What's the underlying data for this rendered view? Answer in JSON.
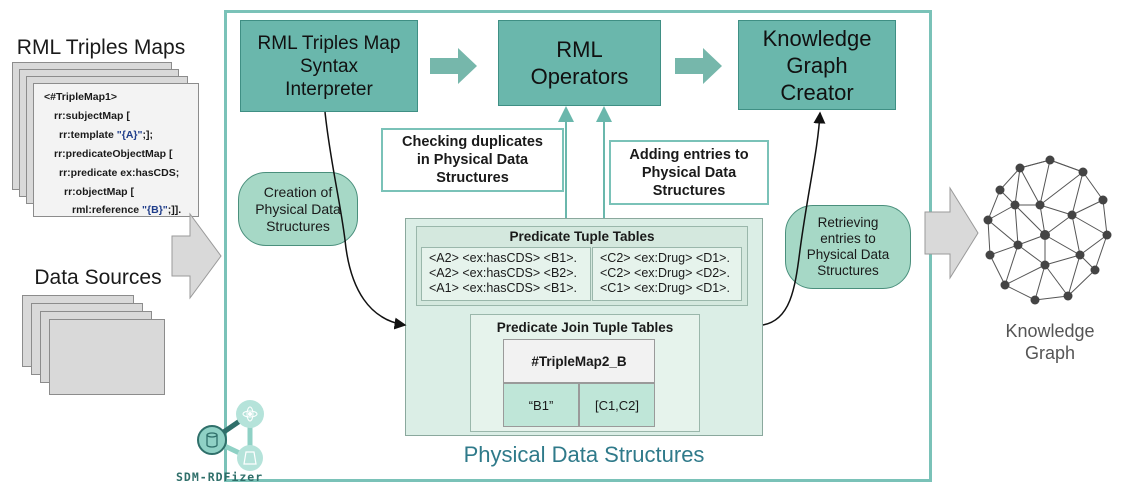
{
  "left": {
    "rml_title": "RML Triples Maps",
    "code": [
      "<#TripleMap1>",
      "rr:subjectMap [",
      "rr:template ",
      "\"{A}\"",
      ";];",
      "rr:predicateObjectMap [",
      "rr:predicate ex:hasCDS;",
      "rr:objectMap [",
      "rml:reference ",
      "\"{B}\"",
      ";]]."
    ],
    "data_sources_title": "Data Sources"
  },
  "boxes": {
    "interpreter": [
      "RML Triples Map",
      "Syntax",
      "Interpreter"
    ],
    "operators": [
      "RML",
      "Operators"
    ],
    "creator": [
      "Knowledge",
      "Graph",
      "Creator"
    ]
  },
  "notes": {
    "duplicates": [
      "Checking  duplicates",
      "in Physical Data",
      "Structures"
    ],
    "adding": [
      "Adding entries to",
      "Physical Data",
      "Structures"
    ]
  },
  "ovals": {
    "creation": [
      "Creation of",
      "Physical Data",
      "Structures"
    ],
    "retrieving": [
      "Retrieving",
      "entries to",
      "Physical Data",
      "Structures"
    ]
  },
  "pds": {
    "tuple_title": "Predicate Tuple Tables",
    "left_rows": [
      "<A2> <ex:hasCDS> <B1>.",
      "<A2> <ex:hasCDS> <B2>.",
      "<A1> <ex:hasCDS> <B1>."
    ],
    "right_rows": [
      "<C2> <ex:Drug> <D1>.",
      "<C2> <ex:Drug> <D2>.",
      "<C1> <ex:Drug> <D1>."
    ],
    "join_title": "Predicate Join Tuple Tables",
    "join_header": "#TripleMap2_B",
    "join_key": "“B1”",
    "join_value": "[C1,C2]",
    "caption": "Physical Data Structures"
  },
  "logo_text": "SDM-RDFizer",
  "kg_caption": [
    "Knowledge",
    "Graph"
  ],
  "colors": {
    "teal_box": "#6ab7ac",
    "frame": "#7ac2b8",
    "oval": "#a6d8c6",
    "pds_bg": "#dbeee6",
    "arrow_block": "#76b7ab"
  }
}
